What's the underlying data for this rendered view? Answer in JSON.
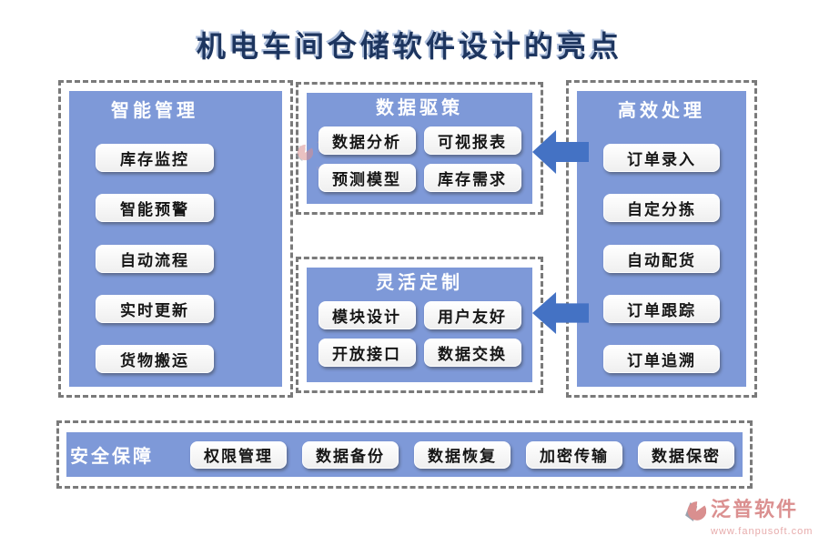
{
  "title": "机电车间仓储软件设计的亮点",
  "panels": {
    "smart_management": {
      "header": "智能管理",
      "buttons": [
        "库存监控",
        "智能预警",
        "自动流程",
        "实时更新",
        "货物搬运"
      ]
    },
    "data_driven": {
      "header": "数据驱策",
      "buttons": [
        "数据分析",
        "可视报表",
        "预测模型",
        "库存需求"
      ]
    },
    "flexible_custom": {
      "header": "灵活定制",
      "buttons": [
        "模块设计",
        "用户友好",
        "开放接口",
        "数据交换"
      ]
    },
    "efficient_process": {
      "header": "高效处理",
      "buttons": [
        "订单录入",
        "自定分拣",
        "自动配货",
        "订单跟踪",
        "订单追溯"
      ]
    },
    "security": {
      "header": "安全保障",
      "buttons": [
        "权限管理",
        "数据备份",
        "数据恢复",
        "加密传输",
        "数据保密"
      ]
    }
  },
  "watermark": {
    "brand": "泛普软件",
    "url": "www.fanpusoft.com"
  },
  "colors": {
    "panel_blue": "#7E99D8",
    "arrow_blue": "#4472C4",
    "title_navy": "#1D355F",
    "dash_gray": "#7A7A7A",
    "watermark_pink": "#DB9090"
  }
}
